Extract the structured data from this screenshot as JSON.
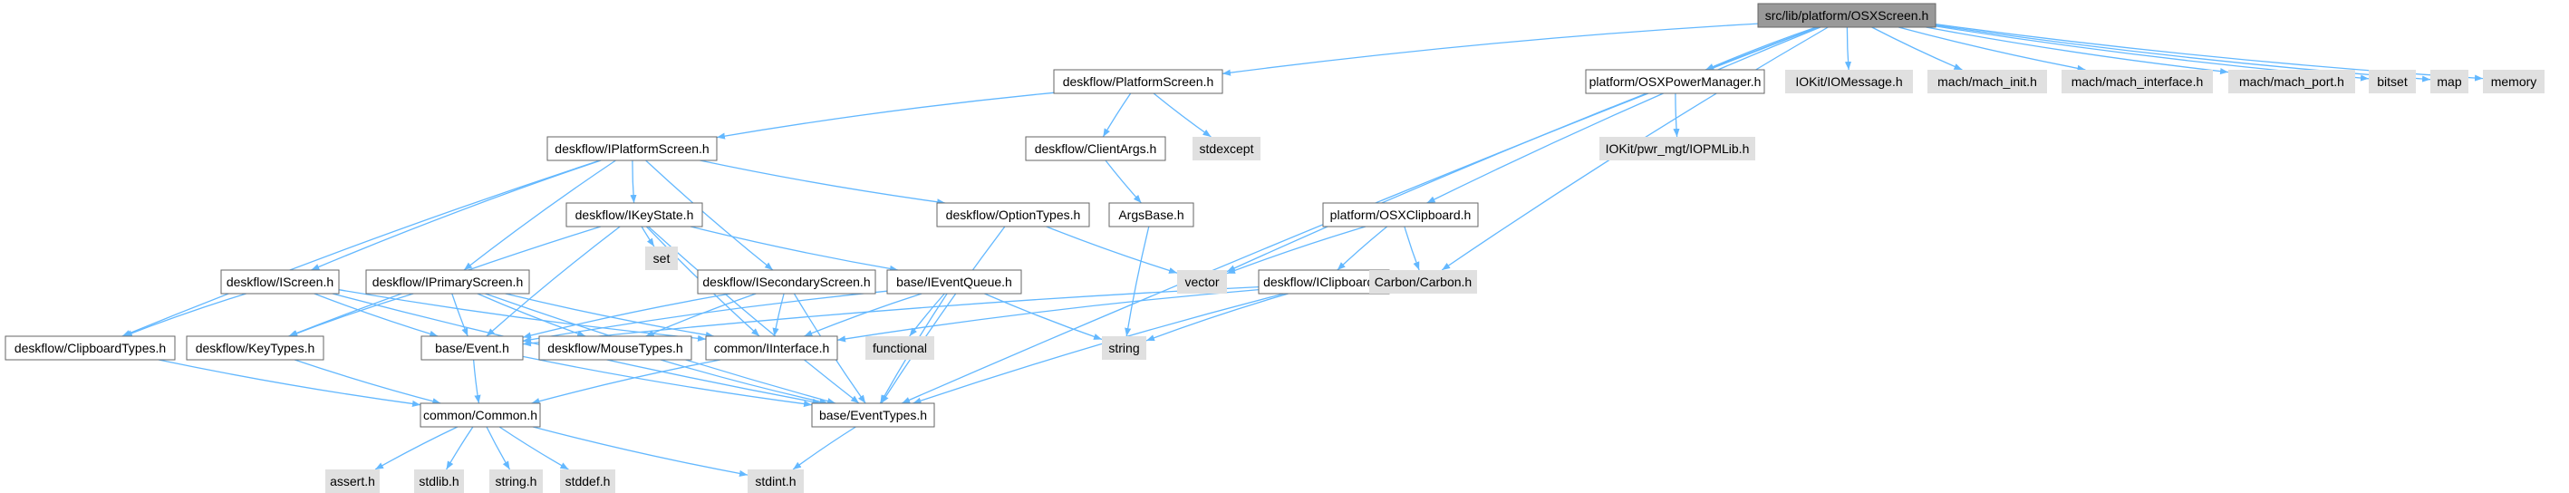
{
  "nodes": [
    {
      "id": "root",
      "label": "src/lib/platform/OSXScreen.h",
      "style": "root"
    },
    {
      "id": "platformscreen",
      "label": "deskflow/PlatformScreen.h",
      "style": "normal"
    },
    {
      "id": "osxpower",
      "label": "platform/OSXPowerManager.h",
      "style": "normal"
    },
    {
      "id": "iomessage",
      "label": "IOKit/IOMessage.h",
      "style": "external"
    },
    {
      "id": "mach_init",
      "label": "mach/mach_init.h",
      "style": "external"
    },
    {
      "id": "mach_interface",
      "label": "mach/mach_interface.h",
      "style": "external"
    },
    {
      "id": "mach_port",
      "label": "mach/mach_port.h",
      "style": "external"
    },
    {
      "id": "bitset",
      "label": "bitset",
      "style": "external"
    },
    {
      "id": "map",
      "label": "map",
      "style": "external"
    },
    {
      "id": "memory",
      "label": "memory",
      "style": "external"
    },
    {
      "id": "iplatformscreen",
      "label": "deskflow/IPlatformScreen.h",
      "style": "normal"
    },
    {
      "id": "clientargs",
      "label": "deskflow/ClientArgs.h",
      "style": "normal"
    },
    {
      "id": "stdexcept",
      "label": "stdexcept",
      "style": "external"
    },
    {
      "id": "iopmlib",
      "label": "IOKit/pwr_mgt/IOPMLib.h",
      "style": "external"
    },
    {
      "id": "argsbase",
      "label": "ArgsBase.h",
      "style": "normal"
    },
    {
      "id": "ikeystate",
      "label": "deskflow/IKeyState.h",
      "style": "normal"
    },
    {
      "id": "optiontypes",
      "label": "deskflow/OptionTypes.h",
      "style": "normal"
    },
    {
      "id": "osxclipboard",
      "label": "platform/OSXClipboard.h",
      "style": "normal"
    },
    {
      "id": "set",
      "label": "set",
      "style": "external"
    },
    {
      "id": "iscreen",
      "label": "deskflow/IScreen.h",
      "style": "normal"
    },
    {
      "id": "iprimaryscreen",
      "label": "deskflow/IPrimaryScreen.h",
      "style": "normal"
    },
    {
      "id": "isecondaryscreen",
      "label": "deskflow/ISecondaryScreen.h",
      "style": "normal"
    },
    {
      "id": "ieventqueue",
      "label": "base/IEventQueue.h",
      "style": "normal"
    },
    {
      "id": "vector",
      "label": "vector",
      "style": "external"
    },
    {
      "id": "iclipboard",
      "label": "deskflow/IClipboard.h",
      "style": "normal"
    },
    {
      "id": "carbon",
      "label": "Carbon/Carbon.h",
      "style": "external"
    },
    {
      "id": "clipboardtypes",
      "label": "deskflow/ClipboardTypes.h",
      "style": "normal"
    },
    {
      "id": "keytypes",
      "label": "deskflow/KeyTypes.h",
      "style": "normal"
    },
    {
      "id": "event",
      "label": "base/Event.h",
      "style": "normal"
    },
    {
      "id": "mousetypes",
      "label": "deskflow/MouseTypes.h",
      "style": "normal"
    },
    {
      "id": "iinterface",
      "label": "common/IInterface.h",
      "style": "normal"
    },
    {
      "id": "functional",
      "label": "functional",
      "style": "external"
    },
    {
      "id": "string",
      "label": "string",
      "style": "external"
    },
    {
      "id": "common",
      "label": "common/Common.h",
      "style": "normal"
    },
    {
      "id": "eventtypes",
      "label": "base/EventTypes.h",
      "style": "normal"
    },
    {
      "id": "assert",
      "label": "assert.h",
      "style": "external"
    },
    {
      "id": "stdlib",
      "label": "stdlib.h",
      "style": "external"
    },
    {
      "id": "stringh",
      "label": "string.h",
      "style": "external"
    },
    {
      "id": "stddef",
      "label": "stddef.h",
      "style": "external"
    },
    {
      "id": "stdint",
      "label": "stdint.h",
      "style": "external"
    }
  ],
  "edges": [
    [
      "root",
      "platformscreen"
    ],
    [
      "root",
      "osxpower"
    ],
    [
      "root",
      "iomessage"
    ],
    [
      "root",
      "mach_init"
    ],
    [
      "root",
      "mach_interface"
    ],
    [
      "root",
      "mach_port"
    ],
    [
      "root",
      "bitset"
    ],
    [
      "root",
      "map"
    ],
    [
      "root",
      "memory"
    ],
    [
      "root",
      "vector"
    ],
    [
      "root",
      "osxclipboard"
    ],
    [
      "root",
      "carbon"
    ],
    [
      "root",
      "eventtypes"
    ],
    [
      "platformscreen",
      "iplatformscreen"
    ],
    [
      "platformscreen",
      "clientargs"
    ],
    [
      "platformscreen",
      "stdexcept"
    ],
    [
      "osxpower",
      "iopmlib"
    ],
    [
      "clientargs",
      "argsbase"
    ],
    [
      "argsbase",
      "string"
    ],
    [
      "iplatformscreen",
      "ikeystate"
    ],
    [
      "iplatformscreen",
      "optiontypes"
    ],
    [
      "iplatformscreen",
      "iscreen"
    ],
    [
      "iplatformscreen",
      "iprimaryscreen"
    ],
    [
      "iplatformscreen",
      "isecondaryscreen"
    ],
    [
      "iplatformscreen",
      "clipboardtypes"
    ],
    [
      "ikeystate",
      "set"
    ],
    [
      "ikeystate",
      "ieventqueue"
    ],
    [
      "ikeystate",
      "keytypes"
    ],
    [
      "ikeystate",
      "event"
    ],
    [
      "ikeystate",
      "iinterface"
    ],
    [
      "ikeystate",
      "eventtypes"
    ],
    [
      "optiontypes",
      "vector"
    ],
    [
      "optiontypes",
      "eventtypes"
    ],
    [
      "osxclipboard",
      "vector"
    ],
    [
      "osxclipboard",
      "iclipboard"
    ],
    [
      "osxclipboard",
      "carbon"
    ],
    [
      "iscreen",
      "clipboardtypes"
    ],
    [
      "iscreen",
      "event"
    ],
    [
      "iscreen",
      "iinterface"
    ],
    [
      "iscreen",
      "eventtypes"
    ],
    [
      "iprimaryscreen",
      "keytypes"
    ],
    [
      "iprimaryscreen",
      "event"
    ],
    [
      "iprimaryscreen",
      "mousetypes"
    ],
    [
      "iprimaryscreen",
      "iinterface"
    ],
    [
      "iprimaryscreen",
      "eventtypes"
    ],
    [
      "isecondaryscreen",
      "event"
    ],
    [
      "isecondaryscreen",
      "mousetypes"
    ],
    [
      "isecondaryscreen",
      "iinterface"
    ],
    [
      "isecondaryscreen",
      "eventtypes"
    ],
    [
      "ieventqueue",
      "event"
    ],
    [
      "ieventqueue",
      "iinterface"
    ],
    [
      "ieventqueue",
      "functional"
    ],
    [
      "ieventqueue",
      "string"
    ],
    [
      "ieventqueue",
      "eventtypes"
    ],
    [
      "iclipboard",
      "event"
    ],
    [
      "iclipboard",
      "iinterface"
    ],
    [
      "iclipboard",
      "string"
    ],
    [
      "iclipboard",
      "eventtypes"
    ],
    [
      "clipboardtypes",
      "common"
    ],
    [
      "keytypes",
      "common"
    ],
    [
      "event",
      "common"
    ],
    [
      "event",
      "eventtypes"
    ],
    [
      "mousetypes",
      "eventtypes"
    ],
    [
      "iinterface",
      "common"
    ],
    [
      "common",
      "assert"
    ],
    [
      "common",
      "stdlib"
    ],
    [
      "common",
      "stringh"
    ],
    [
      "common",
      "stddef"
    ],
    [
      "common",
      "stdint"
    ],
    [
      "eventtypes",
      "stdint"
    ]
  ],
  "colors": {
    "root_fill": "#999999",
    "root_stroke": "#666666",
    "normal_fill": "#ffffff",
    "normal_stroke": "#666666",
    "external_fill": "#e0e0e0",
    "external_stroke": "#999999",
    "edge": "#63b8ff",
    "text": "#000000"
  }
}
